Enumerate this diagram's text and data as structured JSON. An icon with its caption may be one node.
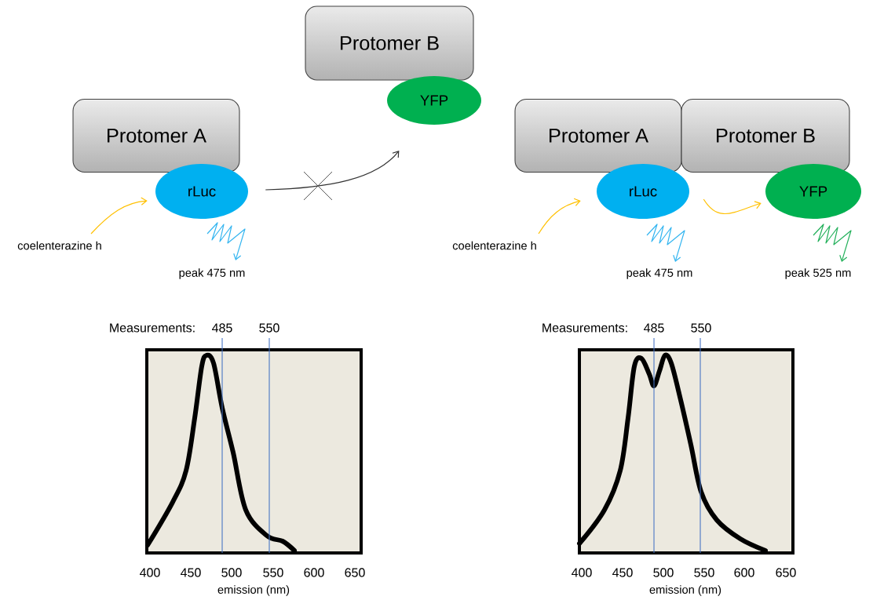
{
  "diagram": {
    "nodes": [
      {
        "text": [
          "Protomer B"
        ]
      },
      {
        "text": [
          "YFP"
        ]
      },
      {
        "text": [
          "Protomer A"
        ]
      },
      {
        "text": [
          "rLuc"
        ]
      },
      {
        "text": [
          "coelenterazine h"
        ]
      },
      {
        "text": [
          "Protomer A"
        ]
      },
      {
        "text": [
          "Protomer B"
        ]
      },
      {
        "text": [
          "rLuc"
        ]
      },
      {
        "text": [
          "YFP"
        ]
      },
      {
        "text": [
          "coelenterazine h"
        ]
      }
    ],
    "edges": [
      {
        "from": 4,
        "to": 3,
        "arrow": "to"
      },
      {
        "from": 3,
        "to": 1,
        "arrow": "to",
        "color": "#333333"
      },
      {
        "from": 9,
        "to": 7,
        "arrow": "to"
      },
      {
        "from": 7,
        "to": 8,
        "arrow": "to"
      }
    ],
    "labels": [
      "peak 475 nm",
      "peak 475 nm",
      "peak 525 nm",
      "Measurements:",
      "485",
      "550",
      "400",
      "450",
      "500",
      "550",
      "600",
      "650",
      "emission (nm)",
      "Measurements:",
      "485",
      "550",
      "400",
      "450",
      "500",
      "550",
      "600",
      "650",
      "emission (nm)"
    ]
  }
}
